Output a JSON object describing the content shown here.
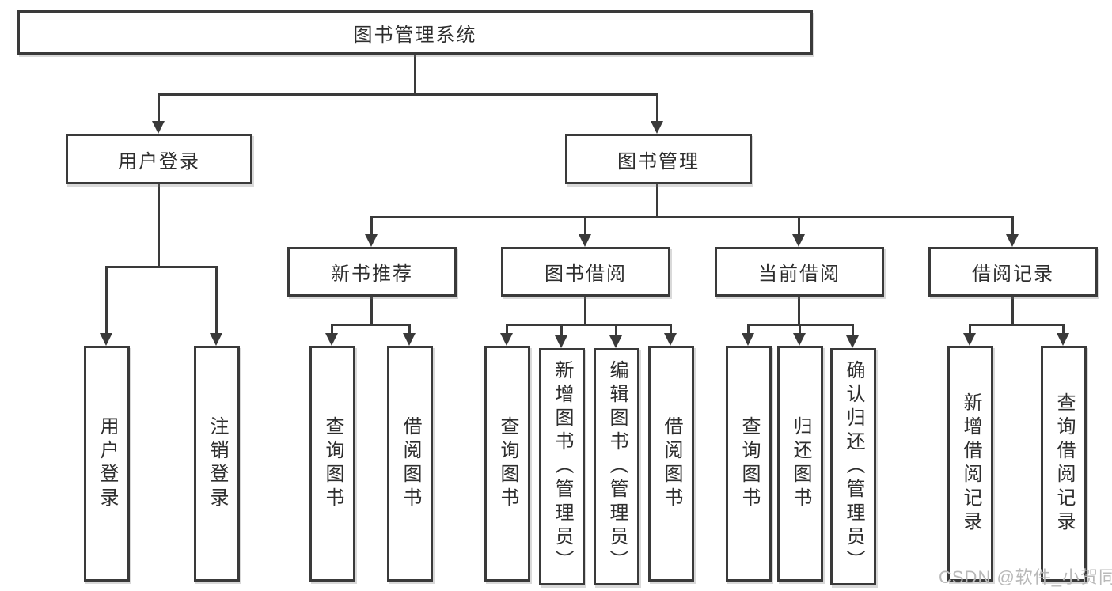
{
  "diagram_type": "hierarchy-tree",
  "tree": {
    "label": "图书管理系统",
    "children": [
      {
        "label": "用户登录",
        "children": [
          {
            "label": "用户登录"
          },
          {
            "label": "注销登录"
          }
        ]
      },
      {
        "label": "图书管理",
        "children": [
          {
            "label": "新书推荐",
            "children": [
              {
                "label": "查询图书"
              },
              {
                "label": "借阅图书"
              }
            ]
          },
          {
            "label": "图书借阅",
            "children": [
              {
                "label": "查询图书"
              },
              {
                "label": "新增图书（管理员）"
              },
              {
                "label": "编辑图书（管理员）"
              },
              {
                "label": "借阅图书"
              }
            ]
          },
          {
            "label": "当前借阅",
            "children": [
              {
                "label": "查询图书"
              },
              {
                "label": "归还图书"
              },
              {
                "label": "确认归还（管理员）"
              }
            ]
          },
          {
            "label": "借阅记录",
            "children": [
              {
                "label": "新增借阅记录"
              },
              {
                "label": "查询借阅记录"
              }
            ]
          }
        ]
      }
    ]
  },
  "watermark": {
    "text": "CSDN @软件_小贺同学"
  },
  "colors": {
    "line": "#3a3a3a",
    "text": "#2e2e2e",
    "background": "#ffffff",
    "watermark": "#b9b9b9"
  }
}
